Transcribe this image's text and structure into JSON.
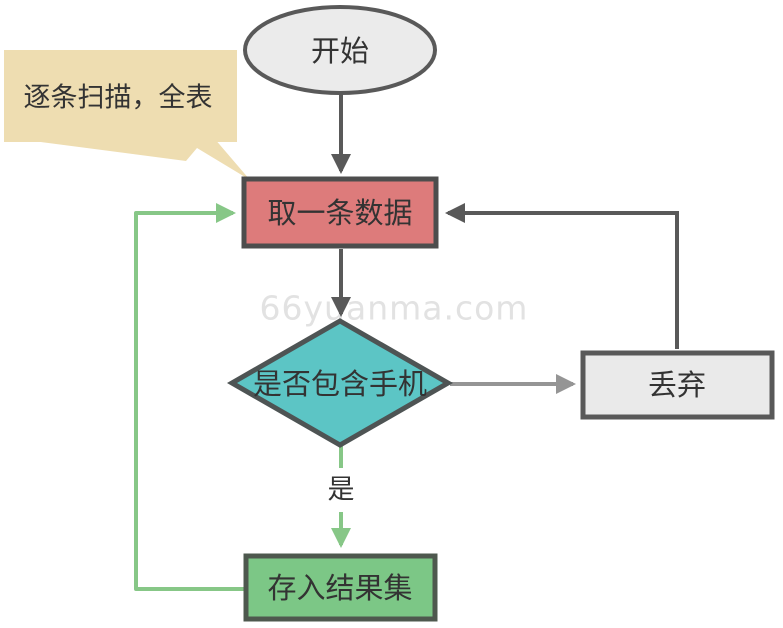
{
  "diagram": {
    "watermark": "66yuanma.com",
    "callout": {
      "text": "逐条扫描，全表",
      "fill": "#eeddb1"
    },
    "nodes": {
      "start": {
        "label": "开始",
        "shape": "ellipse",
        "fill": "#ebebeb",
        "border": "#595959"
      },
      "fetch": {
        "label": "取一条数据",
        "shape": "rectangle",
        "fill": "#dd7b7b",
        "border": "#4d4d4d"
      },
      "decision": {
        "label": "是否包含手机",
        "shape": "diamond",
        "fill": "#5cc5c5",
        "border": "#4e5454"
      },
      "discard": {
        "label": "丢弃",
        "shape": "rectangle",
        "fill": "#eaeaea",
        "border": "#595959"
      },
      "store": {
        "label": "存入结果集",
        "shape": "rectangle",
        "fill": "#7cc786",
        "border": "#4e584e"
      }
    },
    "edges": [
      {
        "from": "start",
        "to": "fetch",
        "label": "",
        "color": "#595959"
      },
      {
        "from": "fetch",
        "to": "decision",
        "label": "",
        "color": "#595959"
      },
      {
        "from": "decision",
        "to": "discard",
        "label": "",
        "color": "#959595"
      },
      {
        "from": "discard",
        "to": "fetch",
        "label": "",
        "color": "#595959"
      },
      {
        "from": "decision",
        "to": "store",
        "label": "是",
        "color": "#87c787"
      },
      {
        "from": "store",
        "to": "fetch",
        "label": "",
        "color": "#87c787"
      }
    ],
    "colors": {
      "stroke_dark": "#595959",
      "arrow_gray": "#959595",
      "green": "#87c787",
      "text": "#333333",
      "watermark": "#e2e2e2",
      "background": "#ffffff"
    }
  }
}
